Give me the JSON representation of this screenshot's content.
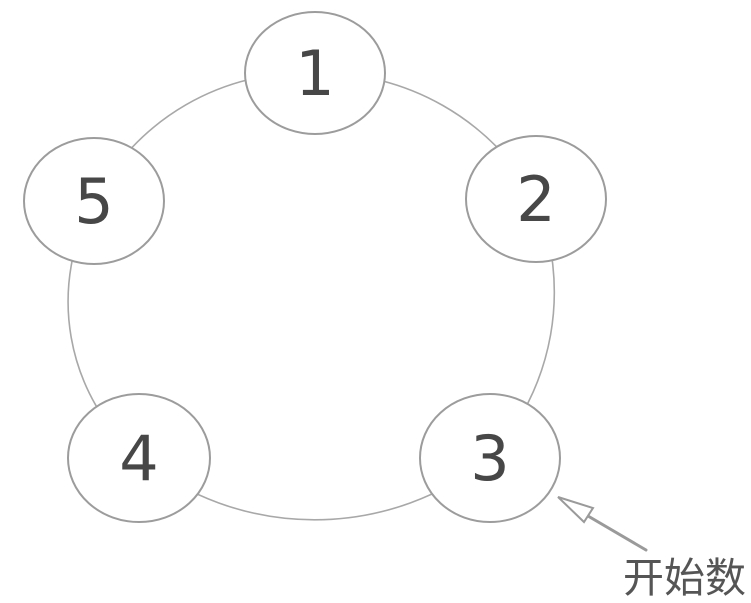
{
  "diagram": {
    "nodes": [
      {
        "label": "1"
      },
      {
        "label": "2"
      },
      {
        "label": "3"
      },
      {
        "label": "4"
      },
      {
        "label": "5"
      }
    ],
    "annotation": {
      "label": "开始数",
      "points_to_node": "3"
    },
    "colors": {
      "background": "#ffffff",
      "ring_stroke": "#a8a8a8",
      "node_stroke": "#9c9c9c",
      "node_fill": "#ffffff",
      "number_text": "#474747",
      "arrow": "#9a9a9a",
      "annotation_text": "#555555"
    }
  }
}
